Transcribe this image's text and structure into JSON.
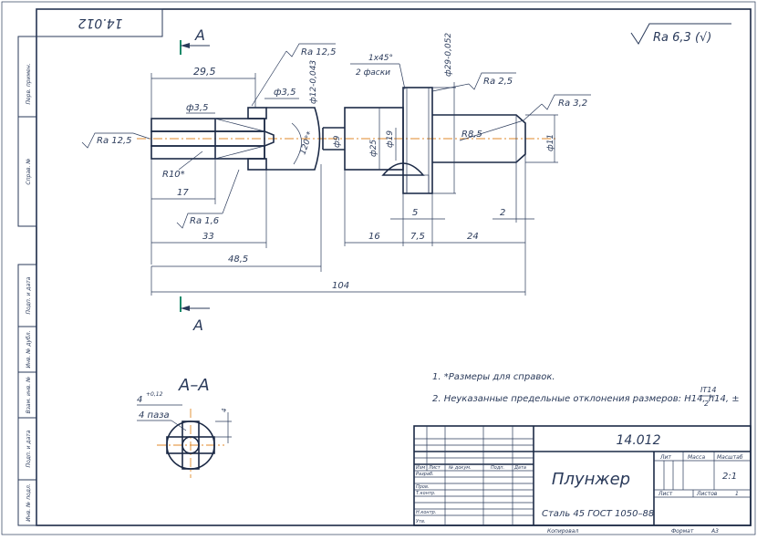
{
  "doc_number_rotated": "14.012",
  "roughness_general": "Ra 6,3 (√)",
  "section_labels": {
    "top": "A",
    "bottom": "A",
    "section_title": "А–А"
  },
  "dims": {
    "d29_5": "29,5",
    "d3_5a": "ф3,5",
    "d3_5b": "ф3,5",
    "d12": "ф12-0,043",
    "chamfer": "1x45°",
    "chamfer_note": "2 фаски",
    "d29": "ф29-0,052",
    "d9": "ф9",
    "d25": "ф25",
    "d19": "ф19",
    "d11": "ф11",
    "r85": "R8,5",
    "r10": "R10*",
    "angle120": "120°*",
    "d17": "17",
    "d33": "33",
    "d48_5": "48,5",
    "d104": "104",
    "d16": "16",
    "d7_5": "7,5",
    "d24": "24",
    "d5": "5",
    "d2": "2",
    "slot_w": "4",
    "slot_tol": "+0,12",
    "slot_count": "4 паза",
    "slot_depth": "4"
  },
  "roughness": {
    "ra125_top": "Ra 12,5",
    "ra125_left": "Ra 12,5",
    "ra16": "Ra 1,6",
    "ra25": "Ra 2,5",
    "ra32": "Ra 3,2"
  },
  "notes": [
    "1.  *Размеры для справок.",
    "2.  Неуказанные предельные отклонения размеров: H14, h14, ±"
  ],
  "note_fraction": {
    "num": "IT14",
    "den": "2"
  },
  "title_block": {
    "doc_code": "14.012",
    "part_name": "Плунжер",
    "material": "Сталь 45 ГОСТ 1050–88",
    "col_lit": "Лит",
    "col_mass": "Масса",
    "col_scale": "Масштаб",
    "scale_value": "2:1",
    "sheet_label": "Лист",
    "sheets_label": "Листов",
    "sheets_value": "1",
    "rows": [
      "Изм",
      "Лист",
      "№ докум.",
      "Подп.",
      "Дата"
    ],
    "roles": [
      "Разраб.",
      "Пров.",
      "Т.контр.",
      "Н.контр.",
      "Утв."
    ],
    "copied": "Копировал",
    "format_label": "Формат",
    "format_value": "А3"
  },
  "side_strip": [
    "Перв. примен.",
    "Справ. №",
    "Подп. и дата",
    "Инв. № дубл.",
    "Взам. инв. №",
    "Подп. и дата",
    "Инв. № подл."
  ]
}
